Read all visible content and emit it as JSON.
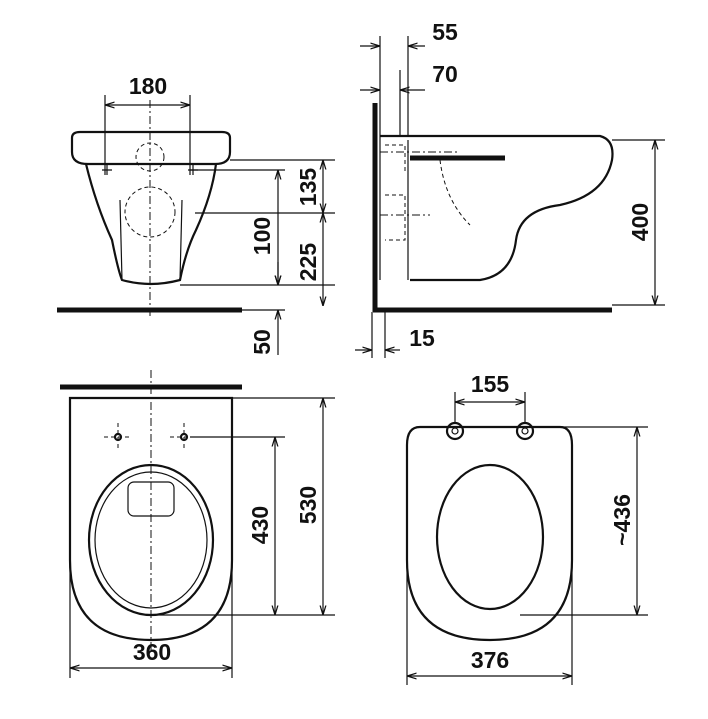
{
  "front_view": {
    "dims": {
      "fixing_spacing": "180",
      "rim_to_fixing": "135",
      "fixing_to_outlet": "100",
      "outlet_height": "225",
      "floor_gap": "50"
    }
  },
  "side_view": {
    "dims": {
      "wall_offset_a": "55",
      "wall_offset_b": "70",
      "height": "400",
      "wall_thickness": "15"
    }
  },
  "top_view": {
    "dims": {
      "width": "360",
      "fixing_to_front": "430",
      "length": "530"
    }
  },
  "seat_view": {
    "dims": {
      "hinge_spacing": "155",
      "length": "~436",
      "width": "376"
    }
  }
}
